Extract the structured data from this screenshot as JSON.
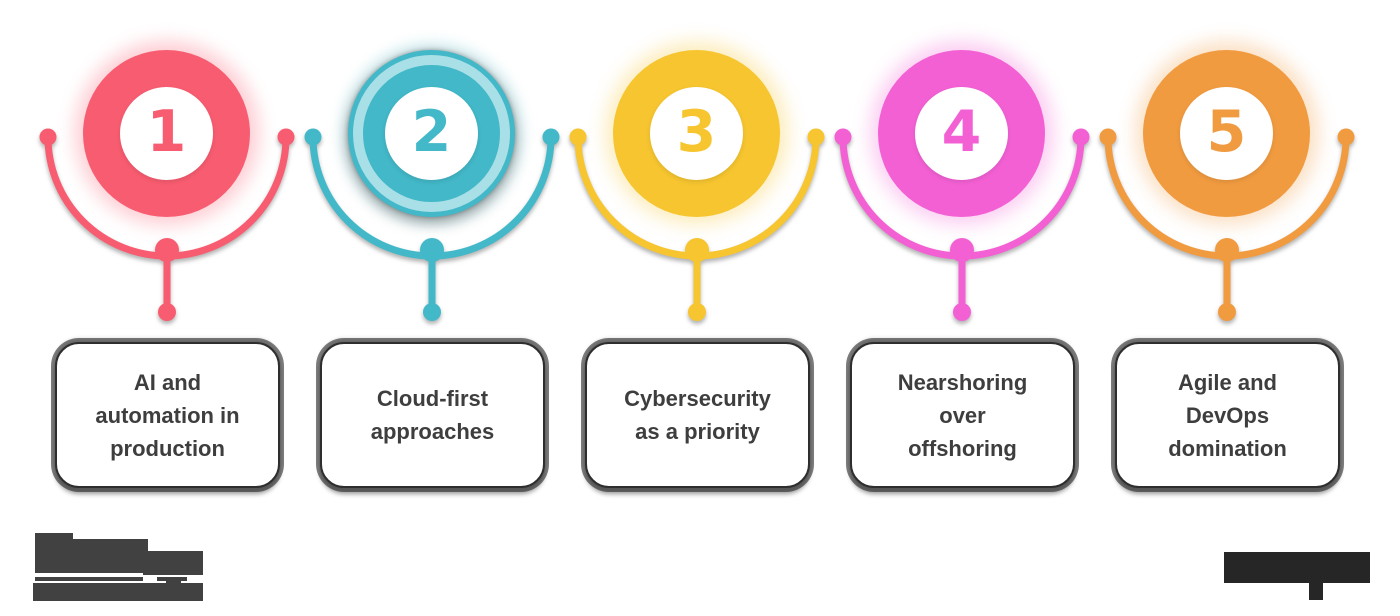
{
  "background": "#FFFFFF",
  "text_color": "#3E3E3E",
  "card_border_color": "#2E2E2E",
  "steps": [
    {
      "number": "1",
      "label": [
        "AI and",
        "automation in",
        "production"
      ],
      "color": "#F85C70",
      "highlighted": false
    },
    {
      "number": "2",
      "label": [
        "Cloud-first",
        "approaches"
      ],
      "color": "#42B8C8",
      "highlighted": true
    },
    {
      "number": "3",
      "label": [
        "Cybersecurity",
        "as a priority"
      ],
      "color": "#F6C52F",
      "highlighted": false
    },
    {
      "number": "4",
      "label": [
        "Nearshoring",
        "over",
        "offshoring"
      ],
      "color": "#F360D4",
      "highlighted": false
    },
    {
      "number": "5",
      "label": [
        "Agile and",
        "DevOps",
        "domination"
      ],
      "color": "#F19B40",
      "highlighted": false
    }
  ],
  "footer": {
    "left_logo": "redacted-logo",
    "left_logo_color": "#414141",
    "right_logo": "redacted-wordmark",
    "right_logo_color": "#262626"
  }
}
